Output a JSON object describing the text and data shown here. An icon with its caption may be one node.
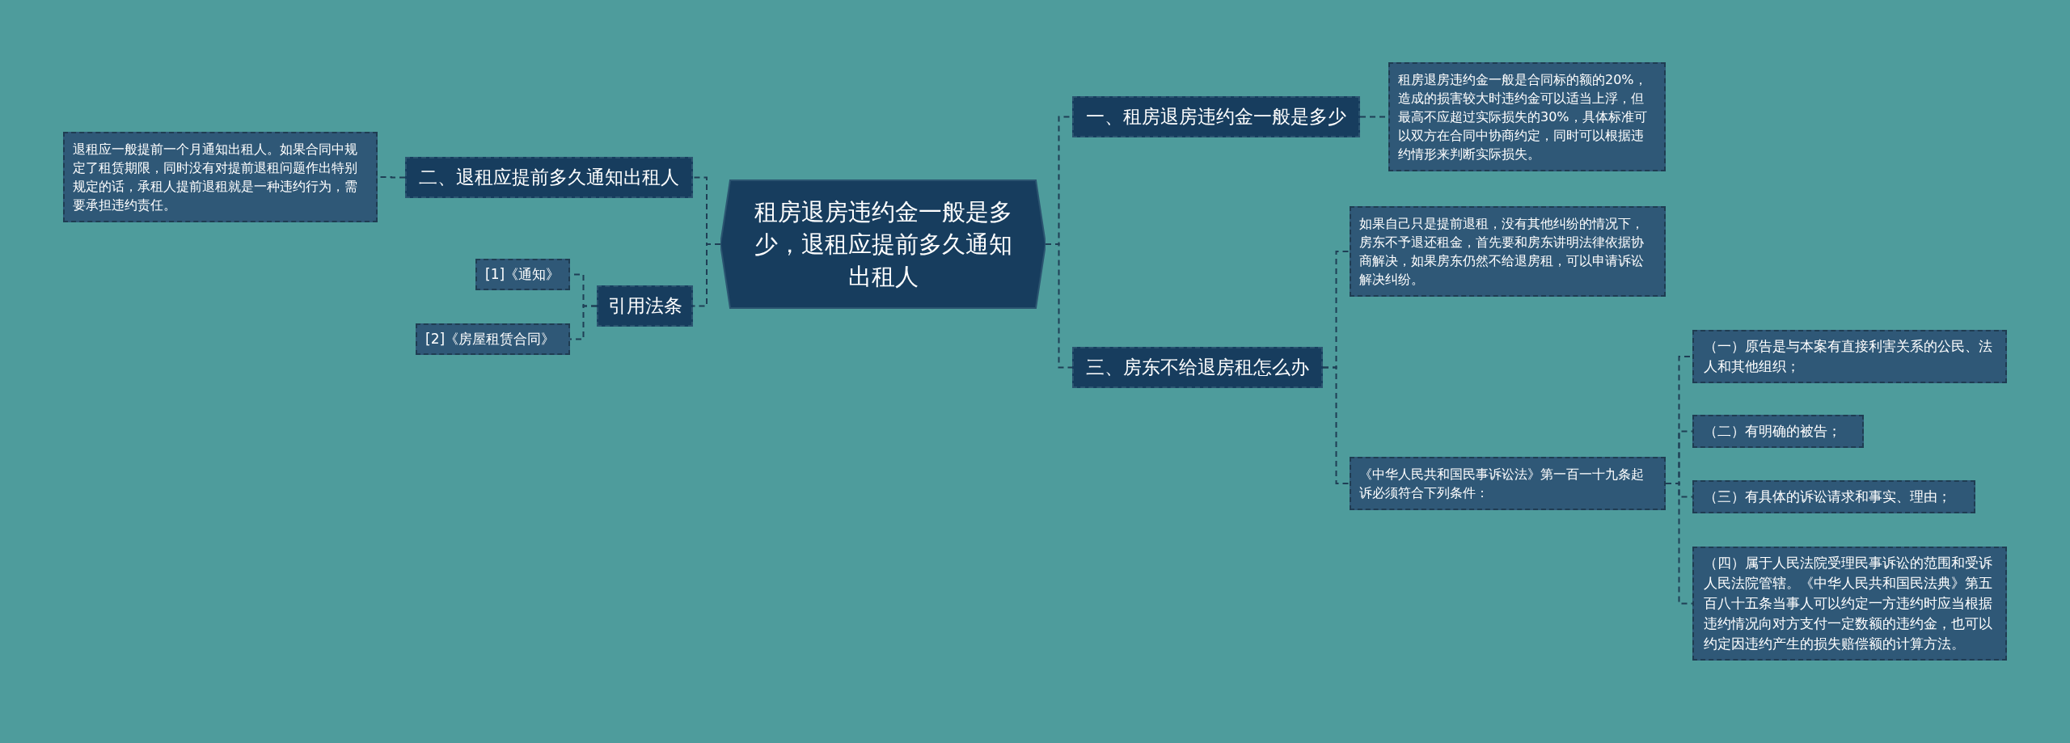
{
  "diagram": {
    "nodes": [
      {
        "text": [
          "租房退房违约金一般是多少，退租应提前多久通知出租人"
        ]
      },
      {
        "text": [
          "一、租房退房违约金一般是多少"
        ]
      },
      {
        "text": [
          "租房退房违约金一般是合同标的额的20%，造成的损害较大时违约金可以适当上浮，但最高不应超过实际损失的30%，具体标准可以双方在合同中协商约定，同时可以根据违约情形来判断实际损失。"
        ]
      },
      {
        "text": [
          "三、房东不给退房租怎么办"
        ]
      },
      {
        "text": [
          "如果自己只是提前退租，没有其他纠纷的情况下，房东不予退还租金，首先要和房东讲明法律依据协商解决，如果房东仍然不给退房租，可以申请诉讼解决纠纷。"
        ]
      },
      {
        "text": [
          "《中华人民共和国民事诉讼法》第一百一十九条起诉必须符合下列条件："
        ]
      },
      {
        "text": [
          "（一）原告是与本案有直接利害关系的公民、法人和其他组织；"
        ]
      },
      {
        "text": [
          "（二）有明确的被告；"
        ]
      },
      {
        "text": [
          "（三）有具体的诉讼请求和事实、理由；"
        ]
      },
      {
        "text": [
          "（四）属于人民法院受理民事诉讼的范围和受诉人民法院管辖。《中华人民共和国民法典》第五百八十五条当事人可以约定一方违约时应当根据违约情况向对方支付一定数额的违约金，也可以约定因违约产生的损失赔偿额的计算方法。"
        ]
      },
      {
        "text": [
          "二、退租应提前多久通知出租人"
        ]
      },
      {
        "text": [
          "退租应一般提前一个月通知出租人。如果合同中规定了租赁期限，同时没有对提前退租问题作出特别规定的话，承租人提前退租就是一种违约行为，需要承担违约责任。"
        ]
      },
      {
        "text": [
          "引用法条"
        ]
      },
      {
        "text": [
          "[1]《通知》"
        ]
      },
      {
        "text": [
          "[2]《房屋租赁合同》"
        ]
      }
    ],
    "edges": [
      {
        "from": 0,
        "to": 1,
        "arrow": "none"
      },
      {
        "from": 1,
        "to": 2,
        "arrow": "none"
      },
      {
        "from": 0,
        "to": 3,
        "arrow": "none"
      },
      {
        "from": 3,
        "to": 4,
        "arrow": "none"
      },
      {
        "from": 3,
        "to": 5,
        "arrow": "none"
      },
      {
        "from": 5,
        "to": 6,
        "arrow": "none"
      },
      {
        "from": 5,
        "to": 7,
        "arrow": "none"
      },
      {
        "from": 5,
        "to": 8,
        "arrow": "none"
      },
      {
        "from": 5,
        "to": 9,
        "arrow": "none"
      },
      {
        "from": 0,
        "to": 10,
        "arrow": "none"
      },
      {
        "from": 10,
        "to": 11,
        "arrow": "none"
      },
      {
        "from": 0,
        "to": 12,
        "arrow": "none"
      },
      {
        "from": 12,
        "to": 13,
        "arrow": "none"
      },
      {
        "from": 12,
        "to": 14,
        "arrow": "none"
      }
    ]
  }
}
